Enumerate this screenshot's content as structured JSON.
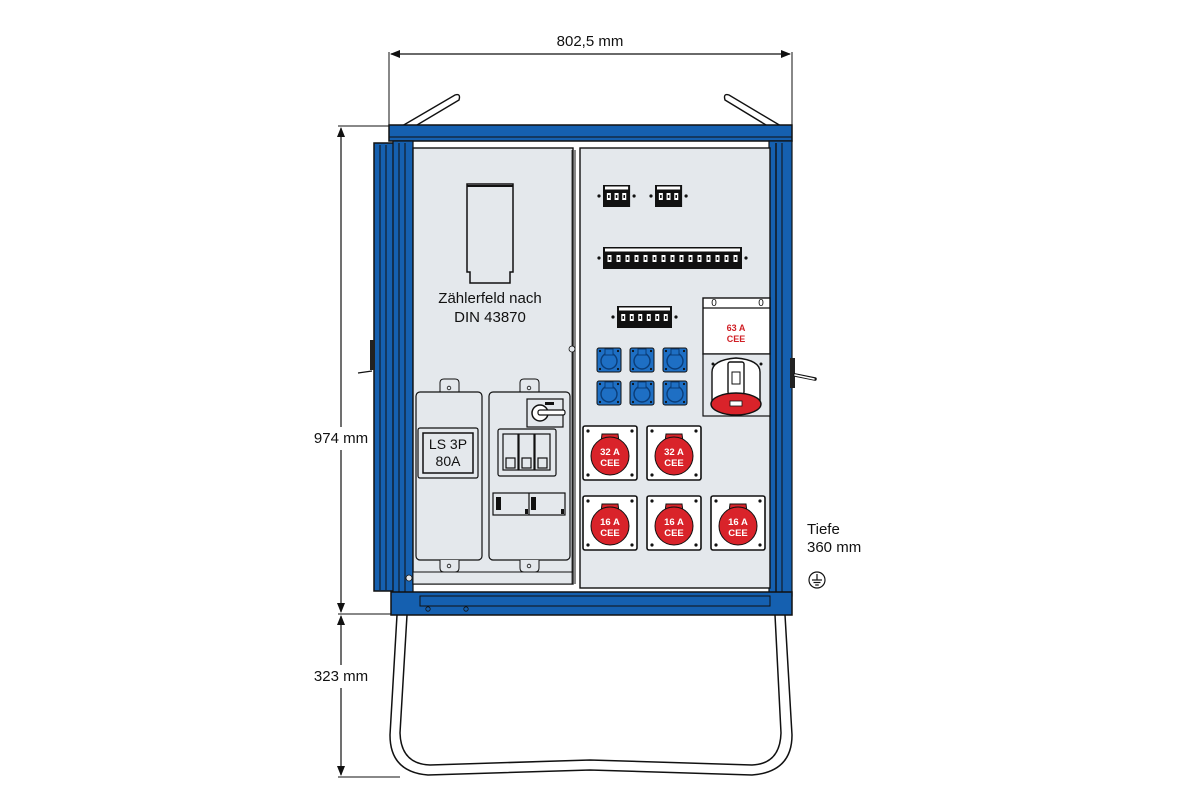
{
  "colors": {
    "enclosure_blue": "#1560b0",
    "panel_gray": "#e4e8ec",
    "socket_red": "#d9232a",
    "schuko_blue": "#1e6fc4",
    "outline": "#111111"
  },
  "dimensions": {
    "width": "802,5 mm",
    "height": "974 mm",
    "stand_height": "323 mm",
    "depth_label": "Tiefe",
    "depth_value": "360 mm"
  },
  "left_panel": {
    "meter_field_line1": "Zählerfeld nach",
    "meter_field_line2": "DIN 43870",
    "breaker_line1": "LS 3P",
    "breaker_line2": "80A"
  },
  "right_panel": {
    "mcb_groups": [
      {
        "count": 3
      },
      {
        "count": 3
      },
      {
        "count": 15
      },
      {
        "count": 6
      }
    ],
    "socket_63": {
      "amp": "63 A",
      "type": "CEE",
      "switch_left": "0",
      "switch_right": "0"
    },
    "schuko_count": 6,
    "sockets_32": [
      {
        "amp": "32 A",
        "type": "CEE"
      },
      {
        "amp": "32 A",
        "type": "CEE"
      }
    ],
    "sockets_16": [
      {
        "amp": "16 A",
        "type": "CEE"
      },
      {
        "amp": "16 A",
        "type": "CEE"
      },
      {
        "amp": "16 A",
        "type": "CEE"
      }
    ]
  },
  "icons": {
    "ground": "protective-earth-icon"
  }
}
